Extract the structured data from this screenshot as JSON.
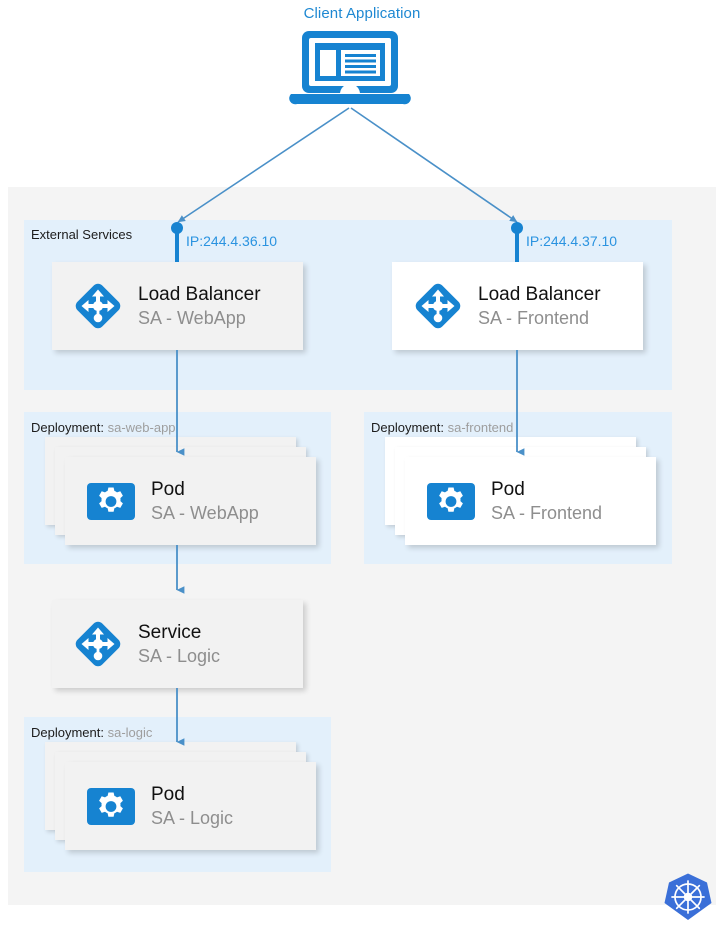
{
  "diagram": {
    "client": {
      "label": "Client Application",
      "icon": "laptop-icon"
    },
    "external_services": {
      "label": "External Services",
      "ip_left": "IP:244.4.36.10",
      "ip_right": "IP:244.4.37.10",
      "load_balancer_left": {
        "title": "Load Balancer",
        "subtitle": "SA - WebApp",
        "icon": "load-balancer-icon"
      },
      "load_balancer_right": {
        "title": "Load Balancer",
        "subtitle": "SA - Frontend",
        "icon": "load-balancer-icon"
      }
    },
    "deployments": [
      {
        "label_prefix": "Deployment:",
        "label_name": "sa-web-app",
        "pod": {
          "title": "Pod",
          "subtitle": "SA - WebApp",
          "icon": "pod-gear-icon"
        }
      },
      {
        "label_prefix": "Deployment:",
        "label_name": "sa-frontend",
        "pod": {
          "title": "Pod",
          "subtitle": "SA - Frontend",
          "icon": "pod-gear-icon"
        }
      },
      {
        "label_prefix": "Deployment:",
        "label_name": "sa-logic",
        "pod": {
          "title": "Pod",
          "subtitle": "SA - Logic",
          "icon": "pod-gear-icon"
        }
      }
    ],
    "service": {
      "title": "Service",
      "subtitle": "SA - Logic",
      "icon": "service-icon"
    },
    "branding": {
      "logo": "kubernetes-logo"
    },
    "colors": {
      "accent_blue": "#1e88d2",
      "icon_blue": "#1683d1",
      "group_blue": "#e3f0fb",
      "canvas_grey": "#f4f4f4",
      "card_grey": "#f2f2f2",
      "card_white": "#ffffff",
      "edge_blue": "#4a90c8",
      "k8s_blue": "#3a6fd8",
      "muted_text": "#9e9e9e"
    }
  }
}
